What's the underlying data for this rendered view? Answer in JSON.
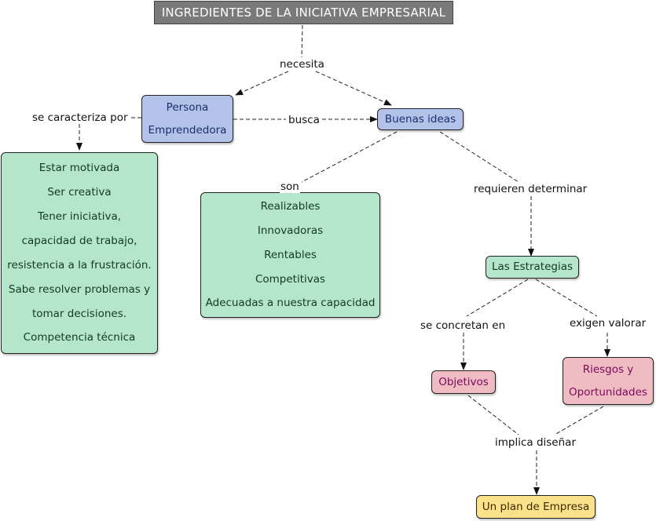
{
  "title": "INGREDIENTES DE LA INICIATIVA EMPRESARIAL",
  "nodes": {
    "persona": [
      "Persona",
      "Emprendedora"
    ],
    "buenas_ideas": [
      "Buenas ideas"
    ],
    "caracteristicas": [
      "Estar motivada",
      "Ser creativa",
      "Tener iniciativa,",
      "capacidad de trabajo,",
      "resistencia a la frustración.",
      "Sabe resolver problemas y",
      "tomar decisiones.",
      "Competencia técnica"
    ],
    "ideas_son": [
      "Realizables",
      "Innovadoras",
      "Rentables",
      "Competitivas",
      "Adecuadas a nuestra capacidad"
    ],
    "estrategias": [
      "Las Estrategias"
    ],
    "objetivos": [
      "Objetivos"
    ],
    "riesgos": [
      "Riesgos y",
      "Oportunidades"
    ],
    "plan": [
      "Un plan de Empresa"
    ]
  },
  "links": {
    "necesita": "necesita",
    "se_caracteriza_por": "se caracteriza por",
    "busca": "busca",
    "son": "son",
    "requieren_determinar": "requieren determinar",
    "se_concretan_en": "se concretan en",
    "exigen_valorar": "exigen valorar",
    "implica_disenar": "implica diseñar"
  },
  "colors": {
    "blue_node": "#b3c2e8",
    "green_node": "#b5e6cc",
    "pink_node": "#f0bcc4",
    "yellow_node": "#fbe18a",
    "title_bg": "#7a7a7a"
  }
}
